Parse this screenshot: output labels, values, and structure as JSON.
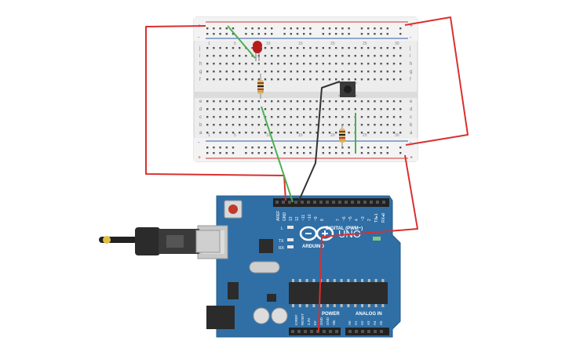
{
  "colors": {
    "board": "#2f6fa6",
    "board_dark": "#255d8e",
    "breadboard": "#e9e9e9",
    "rail_red": "#d9302f",
    "rail_blue": "#2f5fa6",
    "wire_red": "#d9302f",
    "wire_green": "#4caf50",
    "wire_black": "#333333",
    "led_red": "#b71c1c"
  },
  "breadboard": {
    "row_letters_top": [
      "j",
      "i",
      "h",
      "g",
      "f"
    ],
    "row_letters_bottom": [
      "e",
      "d",
      "c",
      "b",
      "a"
    ],
    "column_numbers": [
      "1",
      "5",
      "10",
      "15",
      "20",
      "25",
      "30"
    ],
    "rail_plus": "+",
    "rail_minus": "-"
  },
  "arduino": {
    "brand": "ARDUINO",
    "model": "UNO",
    "digital_label": "DIGITAL (PWM~)",
    "power_label": "POWER",
    "analog_label": "ANALOG IN",
    "led_l": "L",
    "led_tx": "TX",
    "led_rx": "RX",
    "top_header_labels": [
      "AREF",
      "GND",
      "13",
      "12",
      "~11",
      "~10",
      "~9",
      "8",
      "7",
      "~6",
      "~5",
      "4",
      "~3",
      "2",
      "TX▸1",
      "RX◂0"
    ],
    "power_pins": [
      "IOREF",
      "RESET",
      "3.3V",
      "5V",
      "GND",
      "GND",
      "Vin"
    ],
    "analog_pins": [
      "A0",
      "A1",
      "A2",
      "A3",
      "A4",
      "A5"
    ]
  },
  "components": {
    "led": "led-icon",
    "resistor": "resistor-icon",
    "pushbutton": "pushbutton-icon",
    "usb_cable": "usb-cable-icon"
  }
}
